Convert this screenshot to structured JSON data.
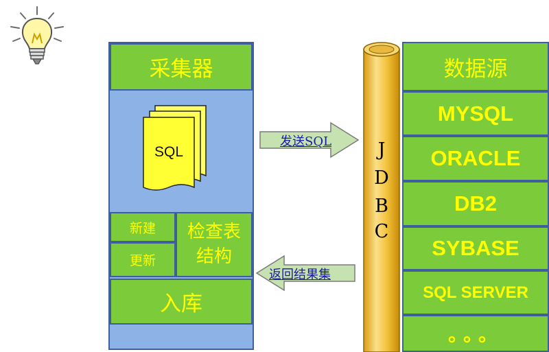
{
  "collector": {
    "title": "采集器",
    "sql_label": "SQL",
    "new_label": "新建",
    "update_label": "更新",
    "check_line1": "检查表",
    "check_line2": "结构",
    "storage_label": "入库"
  },
  "arrows": {
    "send_label": "发送SQL",
    "return_label": "返回结果集"
  },
  "pipe": {
    "letters": [
      "J",
      "D",
      "B",
      "C"
    ]
  },
  "datasource": {
    "title": "数据源",
    "items": [
      "MYSQL",
      "ORACLE",
      "DB2",
      "SYBASE",
      "SQL SERVER",
      "。。。"
    ]
  },
  "colors": {
    "green": "#7ccb3a",
    "blue_panel": "#8db2e6",
    "border": "#3f5f9c",
    "text_yellow": "#ffff00",
    "pipe_gold": "#f2c23a",
    "arrow_fill": "#c6e2b1",
    "link_blue": "#1a1aa8"
  }
}
